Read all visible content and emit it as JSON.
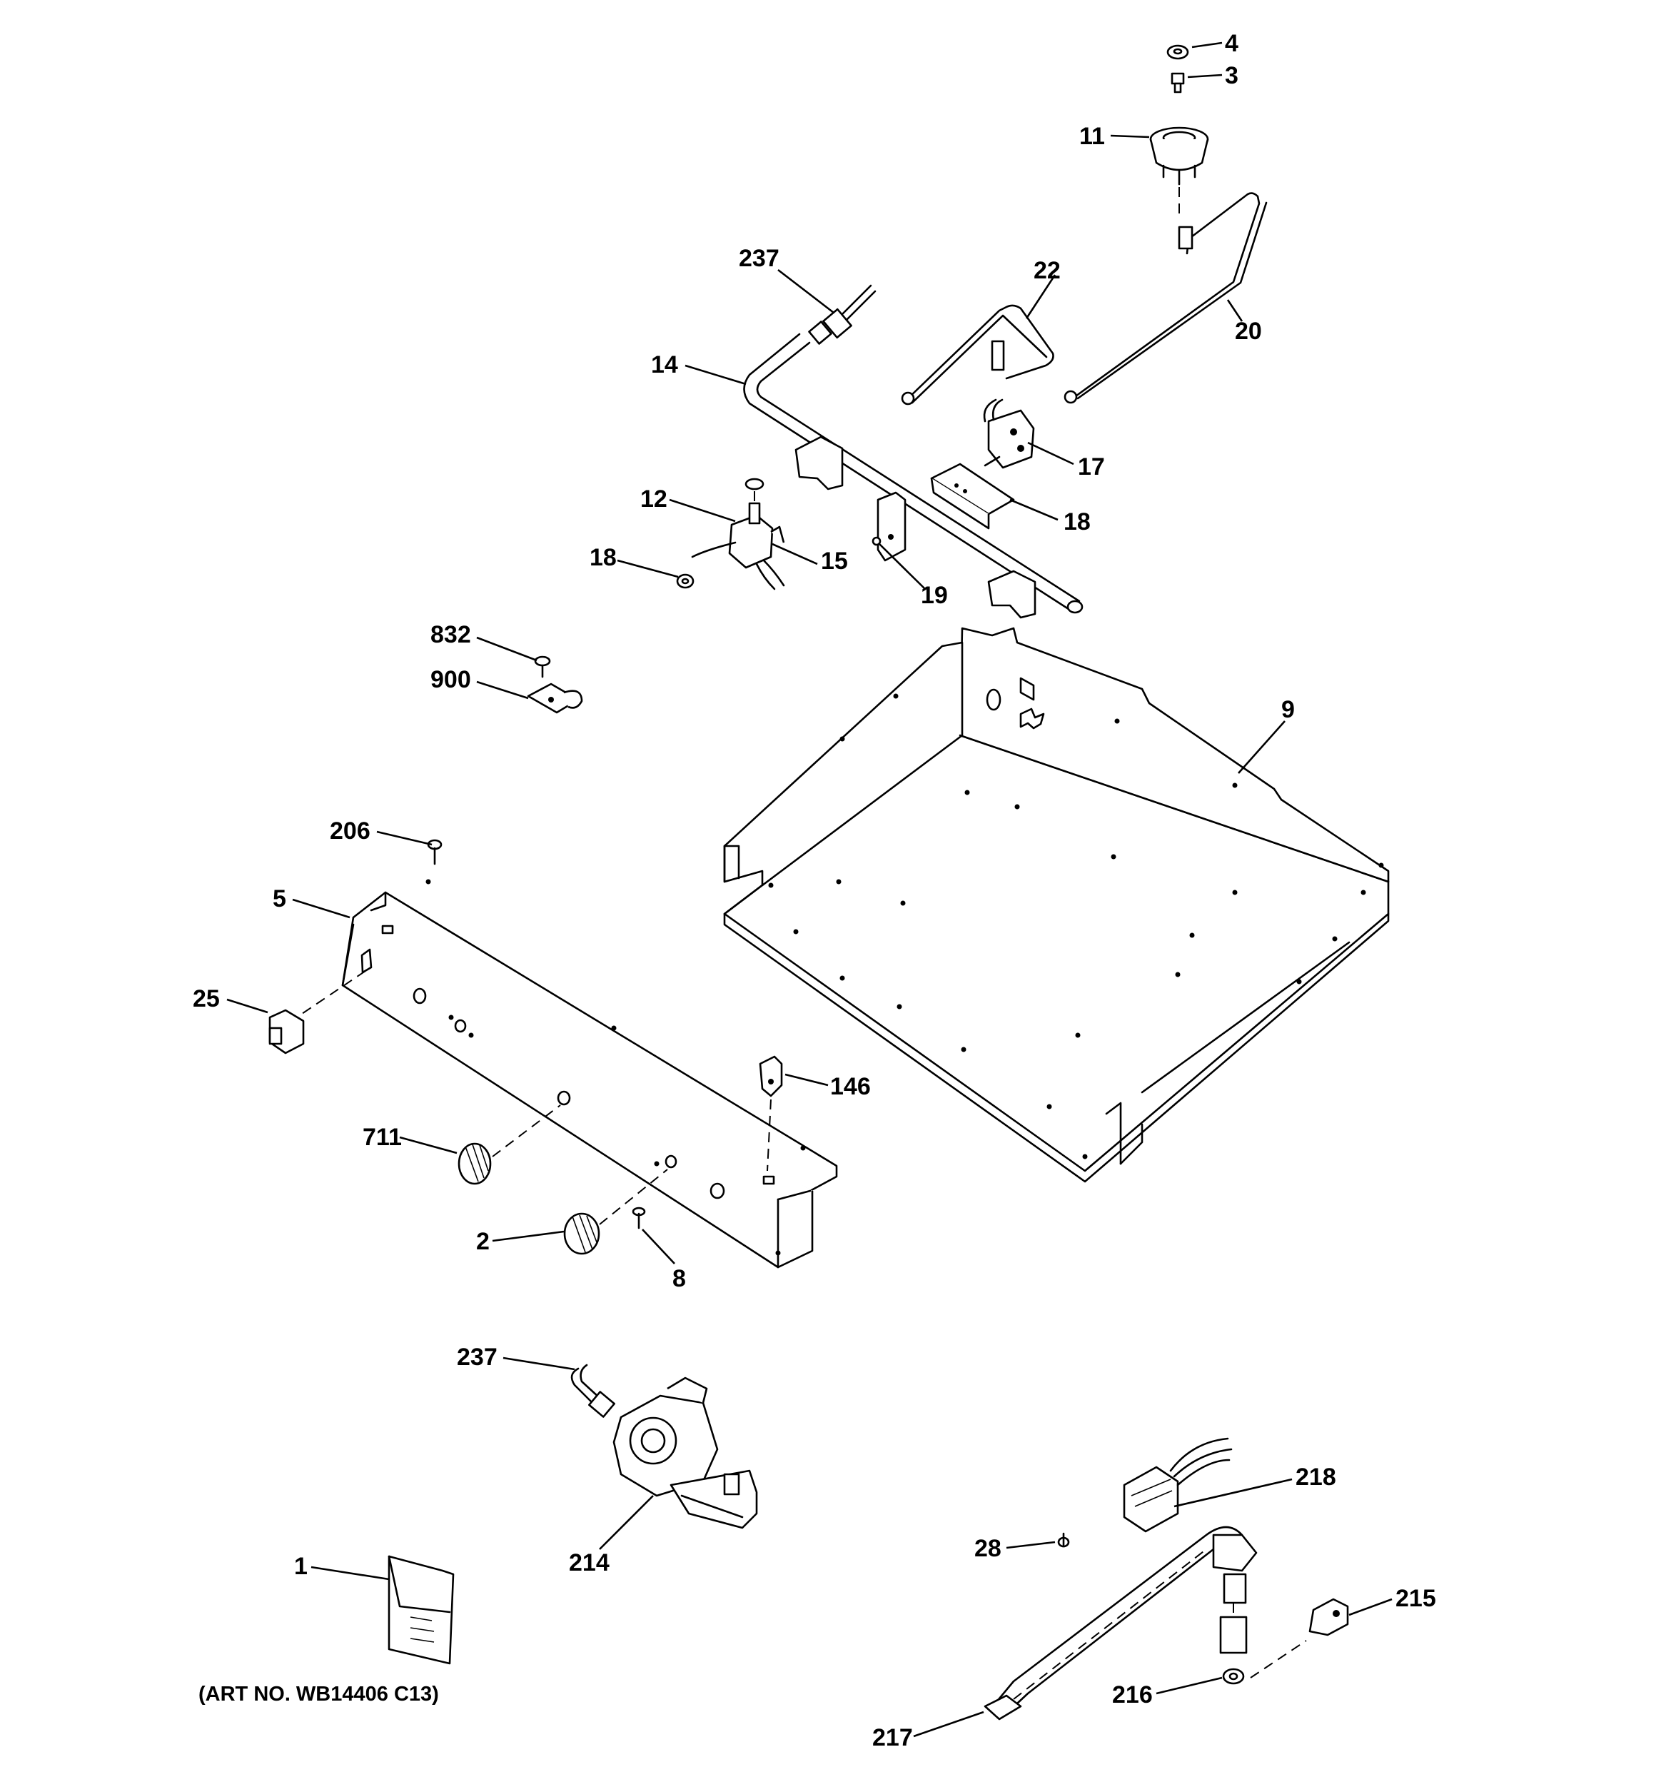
{
  "diagram": {
    "labels": {
      "p4": "4",
      "p3": "3",
      "p11": "11",
      "p237a": "237",
      "p22": "22",
      "p20": "20",
      "p14": "14",
      "p17": "17",
      "p12": "12",
      "p18a": "18",
      "p15": "15",
      "p18b": "18",
      "p19": "19",
      "p832": "832",
      "p900": "900",
      "p9": "9",
      "p206": "206",
      "p5": "5",
      "p25": "25",
      "p146": "146",
      "p711": "711",
      "p2": "2",
      "p8": "8",
      "p237b": "237",
      "p218": "218",
      "p214": "214",
      "p28": "28",
      "p1": "1",
      "p215": "215",
      "p216": "216",
      "p217": "217"
    },
    "caption": "(ART NO. WB14406 C13)"
  }
}
